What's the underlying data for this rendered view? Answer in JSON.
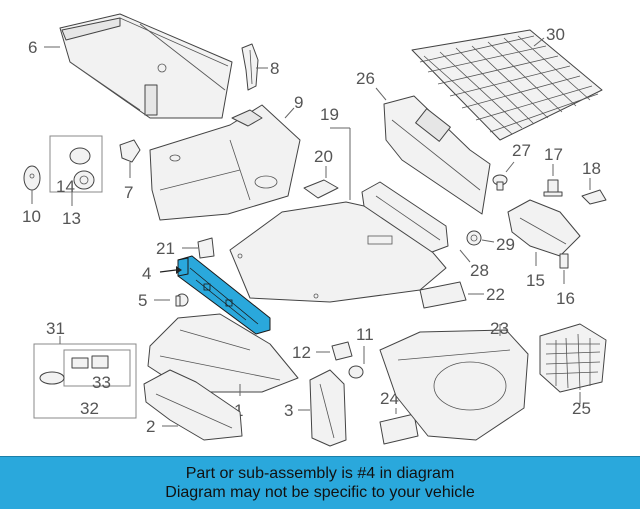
{
  "diagram": {
    "callouts": {
      "c1": "1",
      "c2": "2",
      "c3": "3",
      "c4": "4",
      "c5": "5",
      "c6": "6",
      "c7": "7",
      "c8": "8",
      "c9": "9",
      "c10": "10",
      "c11": "11",
      "c12": "12",
      "c13": "13",
      "c14": "14",
      "c15": "15",
      "c16": "16",
      "c17": "17",
      "c18": "18",
      "c19": "19",
      "c20": "20",
      "c21": "21",
      "c22": "22",
      "c23": "23",
      "c24": "24",
      "c25": "25",
      "c26": "26",
      "c27": "27",
      "c28": "28",
      "c29": "29",
      "c30": "30",
      "c31": "31",
      "c32": "32",
      "c33": "33"
    },
    "highlighted_part": "4",
    "highlight_color": "#2aa8dc"
  },
  "banner": {
    "line1": "Part or sub-assembly is #4 in diagram",
    "line2": "Diagram may not be specific to your vehicle",
    "background": "#2aa8dc"
  }
}
